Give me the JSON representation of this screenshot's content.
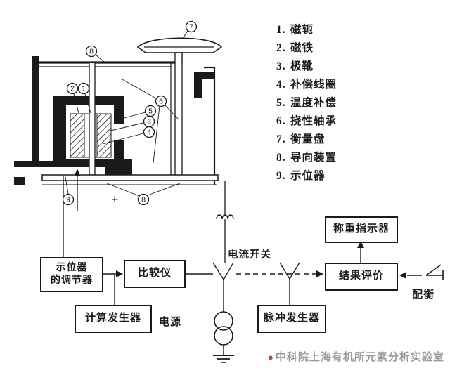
{
  "legend": {
    "items": [
      {
        "num": "1.",
        "label": "磁轭"
      },
      {
        "num": "2.",
        "label": "磁铁"
      },
      {
        "num": "3.",
        "label": "极靴"
      },
      {
        "num": "4.",
        "label": "补偿线圈"
      },
      {
        "num": "5.",
        "label": "温度补偿"
      },
      {
        "num": "6.",
        "label": "挠性轴承"
      },
      {
        "num": "7.",
        "label": "衡量盘"
      },
      {
        "num": "8.",
        "label": "导向装置"
      },
      {
        "num": "9.",
        "label": "示位器"
      }
    ]
  },
  "callouts": {
    "c1": "1",
    "c2": "2",
    "c3": "3",
    "c4": "4",
    "c5": "5",
    "c6": "6",
    "c7": "7",
    "c8_top": "8",
    "c8_bottom": "8",
    "c9": "9",
    "plus": "+"
  },
  "flow": {
    "regulator_line1": "示位器",
    "regulator_line2": "的调节器",
    "comparator": "比较仪",
    "calc_generator": "计算发生器",
    "power_label": "电源",
    "current_switch_label": "电流开关",
    "pulse_generator": "脉冲发生器",
    "weighing_indicator": "称重指示器",
    "result_evaluation": "结果评价",
    "taring_label": "配衡"
  },
  "watermark": {
    "bullet": "●",
    "text": "中科院上海有机所元素分析实验室"
  },
  "colors": {
    "ink": "#1a1a1a",
    "watermark_text": "#9a9a9a",
    "watermark_bullet": "#cf3a2b"
  }
}
